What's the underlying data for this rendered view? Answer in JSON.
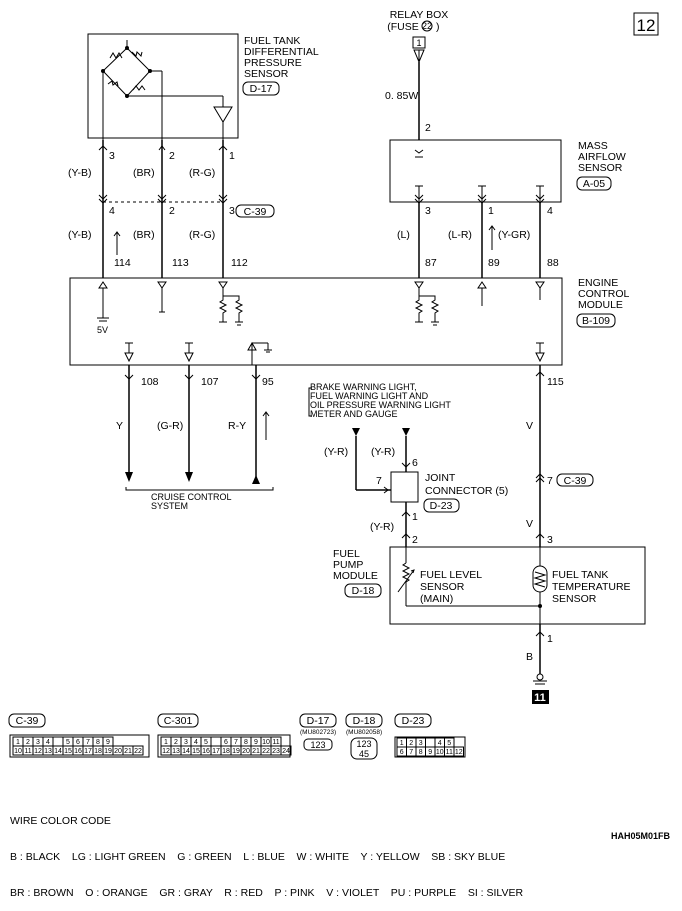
{
  "page_number": "12",
  "relay_box": {
    "line1": "RELAY BOX",
    "line2": "(FUSE",
    "fuse": "22",
    "line2_end": ")",
    "terminal": "1"
  },
  "fuse_wire": "0. 85W",
  "sensors": {
    "fuel_tank_dp": {
      "l1": "FUEL TANK",
      "l2": "DIFFERENTIAL",
      "l3": "PRESSURE",
      "l4": "SENSOR",
      "conn": "D-17"
    },
    "maf": {
      "l1": "MASS",
      "l2": "AIRFLOW",
      "l3": "SENSOR",
      "conn": "A-05",
      "pin_in": "2"
    },
    "ecm": {
      "l1": "ENGINE",
      "l2": "CONTROL",
      "l3": "MODULE",
      "conn": "B-109",
      "ref": "5V"
    },
    "joint": {
      "l1": "JOINT",
      "l2": "CONNECTOR (5)",
      "conn": "D-23"
    },
    "pump": {
      "l1": "FUEL",
      "l2": "PUMP",
      "l3": "MODULE",
      "conn": "D-18"
    },
    "level": {
      "l1": "FUEL LEVEL",
      "l2": "SENSOR",
      "l3": "(MAIN)"
    },
    "temp": {
      "l1": "FUEL TANK",
      "l2": "TEMPERATURE",
      "l3": "SENSOR"
    }
  },
  "left_wires": [
    {
      "pin_top": "3",
      "color_top": "(Y-B)",
      "pin_mid": "4",
      "color_mid": "(Y-B)",
      "ecm_pin": "114"
    },
    {
      "pin_top": "2",
      "color_top": "(BR)",
      "pin_mid": "2",
      "color_mid": "(BR)",
      "ecm_pin": "113"
    },
    {
      "pin_top": "1",
      "color_top": "(R-G)",
      "pin_mid": "3",
      "color_mid": "(R-G)",
      "ecm_pin": "112"
    }
  ],
  "c39_conn": "C-39",
  "maf_wires": [
    {
      "pin": "3",
      "color": "(L)",
      "ecm_pin": "87"
    },
    {
      "pin": "1",
      "color": "(L-R)",
      "ecm_pin": "89"
    },
    {
      "pin": "4",
      "color": "(Y-GR)",
      "ecm_pin": "88"
    }
  ],
  "bottom_wires": [
    {
      "ecm_pin": "108",
      "color": "Y"
    },
    {
      "ecm_pin": "107",
      "color": "(G-R)"
    },
    {
      "ecm_pin": "95",
      "color": "R-Y"
    }
  ],
  "cruise": {
    "l1": "CRUISE CONTROL",
    "l2": "SYSTEM"
  },
  "warning": {
    "l1": "BRAKE WARNING LIGHT,",
    "l2": "FUEL WARNING LIGHT AND",
    "l3": "OIL PRESSURE WARNING LIGHT",
    "l4": "METER AND GAUGE"
  },
  "joint_wires": {
    "left_color": "(Y-R)",
    "right_color": "(Y-R)",
    "pin_top": "6",
    "pin_left": "7",
    "pin_bottom": "1",
    "below_color": "(Y-R)",
    "pump_pin": "2"
  },
  "right_chain": {
    "ecm_pin": "115",
    "color1": "V",
    "mid_pin": "7",
    "mid_conn": "C-39",
    "color2": "V",
    "pump_pin": "3",
    "ground_pin": "1",
    "ground_color": "B",
    "ground_ref": "11"
  },
  "connectors": {
    "c39": {
      "label": "C-39",
      "row1": [
        "1",
        "2",
        "3",
        "4",
        "",
        "5",
        "6",
        "7",
        "8",
        "9"
      ],
      "row2": [
        "10",
        "11",
        "12",
        "13",
        "14",
        "15",
        "16",
        "17",
        "18",
        "19",
        "20",
        "21",
        "22"
      ]
    },
    "c301": {
      "label": "C-301",
      "row1": [
        "1",
        "2",
        "3",
        "4",
        "5",
        "",
        "6",
        "7",
        "8",
        "9",
        "10",
        "11"
      ],
      "row2": [
        "12",
        "13",
        "14",
        "15",
        "16",
        "17",
        "18",
        "19",
        "20",
        "21",
        "22",
        "23",
        "24"
      ]
    },
    "d17": {
      "label": "D-17",
      "part": "(MU802723)",
      "pins": "123"
    },
    "d18": {
      "label": "D-18",
      "part": "(MU802058)",
      "pins_top": "123",
      "pins_bottom": "45"
    },
    "d23": {
      "label": "D-23",
      "row1": [
        "1",
        "2",
        "3",
        "",
        "4",
        "5"
      ],
      "row2": [
        "6",
        "7",
        "8",
        "9",
        "10",
        "11",
        "12"
      ]
    }
  },
  "legend": {
    "title": "WIRE COLOR CODE",
    "row1": "B : BLACK    LG : LIGHT GREEN    G : GREEN    L : BLUE    W : WHITE    Y : YELLOW    SB : SKY BLUE",
    "row2": "BR : BROWN    O : ORANGE    GR : GRAY    R : RED    P : PINK    V : VIOLET    PU : PURPLE    SI : SILVER"
  },
  "diagram_code": "HAH05M01FB"
}
